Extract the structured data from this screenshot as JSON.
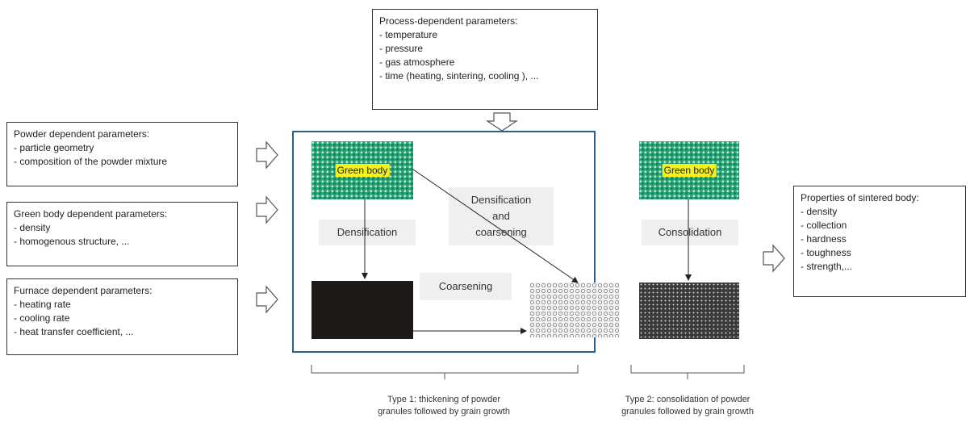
{
  "process_box": {
    "title": "Process-dependent parameters:",
    "items": [
      "- temperature",
      "- pressure",
      "- gas atmosphere",
      "- time (heating, sintering, cooling ), ..."
    ]
  },
  "powder_box": {
    "title": "Powder dependent parameters:",
    "items": [
      "- particle geometry",
      "- composition of the powder mixture"
    ]
  },
  "green_body_box": {
    "title": "Green body dependent parameters:",
    "items": [
      "- density",
      "- homogenous structure, ..."
    ]
  },
  "furnace_box": {
    "title": "Furnace dependent parameters:",
    "items": [
      "- heating rate",
      "- cooling rate",
      "- heat transfer coefficient, ..."
    ]
  },
  "properties_box": {
    "title": "Properties of sintered body:",
    "items": [
      "- density",
      "- collection",
      "- hardness",
      "- toughness",
      "- strength,..."
    ]
  },
  "diagram": {
    "green_body_left": "Green body",
    "green_body_right": "Green body",
    "densification": "Densification",
    "densification_and_coarsening": [
      "Densification",
      "and",
      "coarsening"
    ],
    "coarsening": "Coarsening",
    "consolidation": "Consolidation"
  },
  "captions": {
    "type1": [
      "Type  1:  thickening  of  powder",
      "granules followed by grain growth"
    ],
    "type2": [
      "Type  2:  consolidation  of  powder",
      "granules followed by grain growth"
    ]
  },
  "colors": {
    "frame": "#2f5f8a",
    "green_body_fill": "#2aa87a",
    "green_body_tag": "#f4f21a",
    "label_bg": "#efefef"
  }
}
